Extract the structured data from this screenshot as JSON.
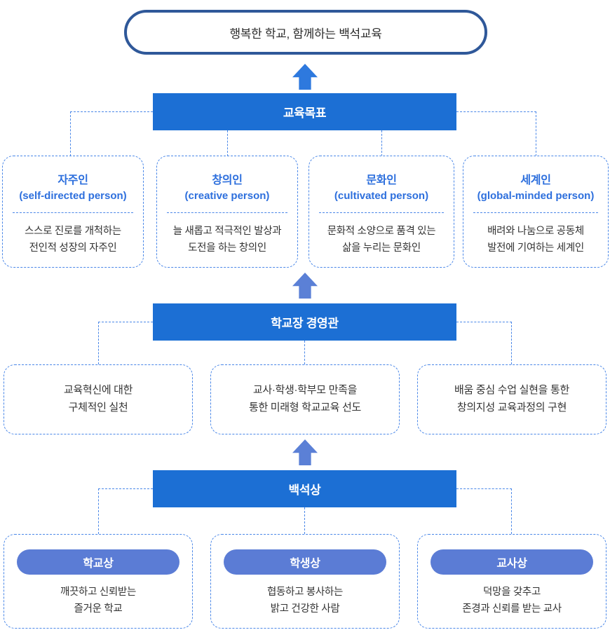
{
  "vision": {
    "text": "행복한 학교, 함께하는 백석교육"
  },
  "colors": {
    "banner_blue": "#1C6FD4",
    "arrow_bright_blue": "#2E79DE",
    "arrow_muted_blue": "#5B80D6",
    "badge_pill_blue": "#5B7CD5",
    "vision_border_navy": "#2F5899",
    "dashed_line_blue": "#4A87E8",
    "heading_text_blue": "#2D6FDD",
    "body_text": "#333333",
    "background": "#FFFFFF"
  },
  "sections": [
    {
      "banner": "교육목표",
      "boxes": [
        {
          "title": "자주인",
          "subtitle": "(self-directed person)",
          "body": [
            "스스로 진로를 개척하는",
            "전인적 성장의 자주인"
          ]
        },
        {
          "title": "창의인",
          "subtitle": "(creative person)",
          "body": [
            "늘 새롭고 적극적인 발상과",
            "도전을 하는 창의인"
          ]
        },
        {
          "title": "문화인",
          "subtitle": "(cultivated person)",
          "body": [
            "문화적 소양으로 품격 있는",
            "삶을 누리는 문화인"
          ]
        },
        {
          "title": "세계인",
          "subtitle": "(global-minded person)",
          "body": [
            "배려와 나눔으로 공동체",
            "발전에 기여하는 세계인"
          ]
        }
      ]
    },
    {
      "banner": "학교장 경영관",
      "boxes": [
        {
          "body": [
            "교육혁신에 대한",
            "구체적인 실천"
          ]
        },
        {
          "body": [
            "교사·학생·학부모 만족을",
            "통한 미래형 학교교육 선도"
          ]
        },
        {
          "body": [
            "배움 중심 수업 실현을 통한",
            "창의지성 교육과정의 구현"
          ]
        }
      ]
    },
    {
      "banner": "백석상",
      "boxes": [
        {
          "badge": "학교상",
          "body": [
            "깨끗하고 신뢰받는",
            "즐거운 학교"
          ]
        },
        {
          "badge": "학생상",
          "body": [
            "협동하고 봉사하는",
            "밝고 건강한 사람"
          ]
        },
        {
          "badge": "교사상",
          "body": [
            "덕망을 갖추고",
            "존경과 신뢰를 받는 교사"
          ]
        }
      ]
    }
  ]
}
